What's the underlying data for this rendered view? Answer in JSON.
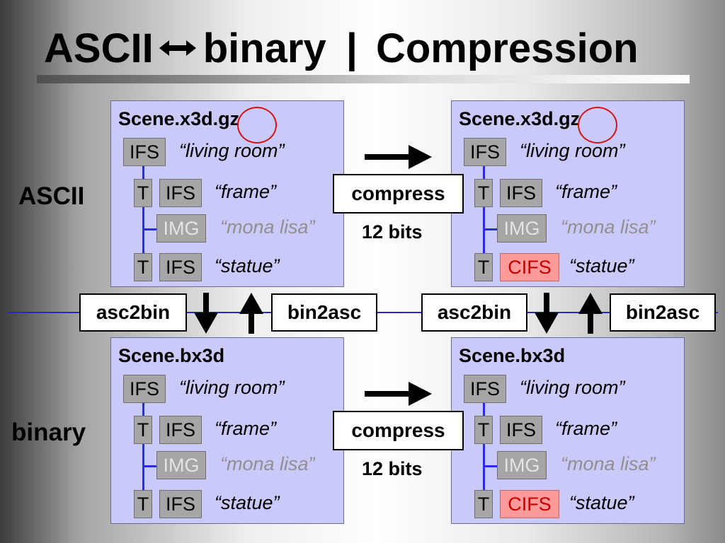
{
  "title": {
    "left": "ASCII",
    "right": "binary",
    "separator": "|",
    "heading": "Compression"
  },
  "row_labels": {
    "ascii": "ASCII",
    "binary": "binary"
  },
  "panels": {
    "top_left": {
      "filename": "Scene.x3d.gz",
      "nodes": [
        {
          "label": "IFS",
          "caption": "“living room”"
        },
        {
          "t": "T",
          "label": "IFS",
          "caption": "“frame”"
        },
        {
          "label": "IMG",
          "caption": "“mona lisa”"
        },
        {
          "t": "T",
          "label": "IFS",
          "caption": "“statue”"
        }
      ]
    },
    "top_right": {
      "filename": "Scene.x3d.gz",
      "nodes": [
        {
          "label": "IFS",
          "caption": "“living room”"
        },
        {
          "t": "T",
          "label": "IFS",
          "caption": "“frame”"
        },
        {
          "label": "IMG",
          "caption": "“mona lisa”"
        },
        {
          "t": "T",
          "label": "CIFS",
          "caption": "“statue”"
        }
      ]
    },
    "bottom_left": {
      "filename": "Scene.bx3d",
      "nodes": [
        {
          "label": "IFS",
          "caption": "“living room”"
        },
        {
          "t": "T",
          "label": "IFS",
          "caption": "“frame”"
        },
        {
          "label": "IMG",
          "caption": "“mona lisa”"
        },
        {
          "t": "T",
          "label": "IFS",
          "caption": "“statue”"
        }
      ]
    },
    "bottom_right": {
      "filename": "Scene.bx3d",
      "nodes": [
        {
          "label": "IFS",
          "caption": "“living room”"
        },
        {
          "t": "T",
          "label": "IFS",
          "caption": "“frame”"
        },
        {
          "label": "IMG",
          "caption": "“mona lisa”"
        },
        {
          "t": "T",
          "label": "CIFS",
          "caption": "“statue”"
        }
      ]
    }
  },
  "compress_top": {
    "label": "compress",
    "bits": "12 bits"
  },
  "compress_bottom": {
    "label": "compress",
    "bits": "12 bits"
  },
  "converters": {
    "left_asc2bin": "asc2bin",
    "left_bin2asc": "bin2asc",
    "right_asc2bin": "asc2bin",
    "right_bin2asc": "bin2asc"
  },
  "colors": {
    "panel_bg": "#c9c9fa",
    "connector": "#2d2de0",
    "node_gray": "#a6a6a6",
    "cifs_fill": "#ff9a9a",
    "cifs_text": "#c00000",
    "highlight_circle": "#d01616"
  }
}
